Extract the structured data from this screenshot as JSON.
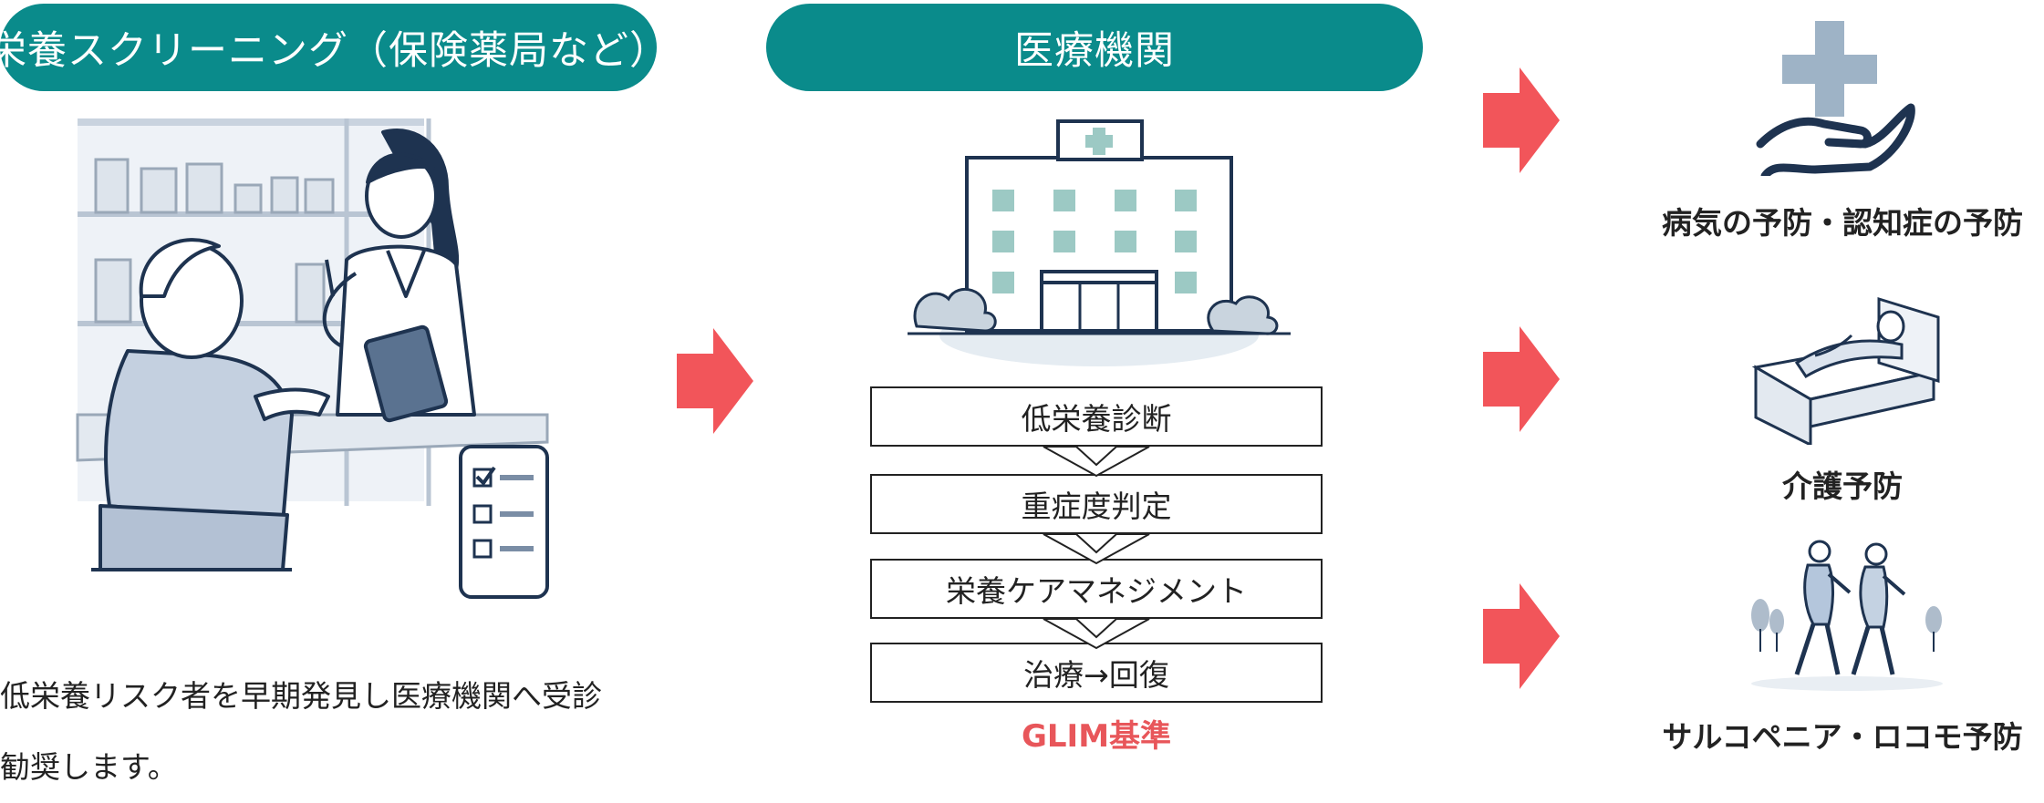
{
  "left": {
    "header": "栄養スクリーニング（保険薬局など）",
    "description_lines": [
      "低栄養リスク者を早期発見し医療機関へ受診",
      "勧奨します。"
    ]
  },
  "middle": {
    "header": "医療機関",
    "flow_steps": [
      "低栄養診断",
      "重症度判定",
      "栄養ケアマネジメント",
      "治療→回復"
    ],
    "standard_label": "GLIM基準"
  },
  "outcomes": [
    {
      "label": "病気の予防・認知症の予防",
      "icon": "hand-medical-cross-icon"
    },
    {
      "label": "介護予防",
      "icon": "bed-patient-icon"
    },
    {
      "label": "サルコペニア・ロコモ予防",
      "icon": "walking-seniors-icon"
    }
  ],
  "colors": {
    "header_bg": "#0a8b8b",
    "arrow": "#f2555a",
    "glim_text": "#e8565a",
    "window_teal": "#9cc9c4",
    "illustration_line": "#1e3350"
  }
}
